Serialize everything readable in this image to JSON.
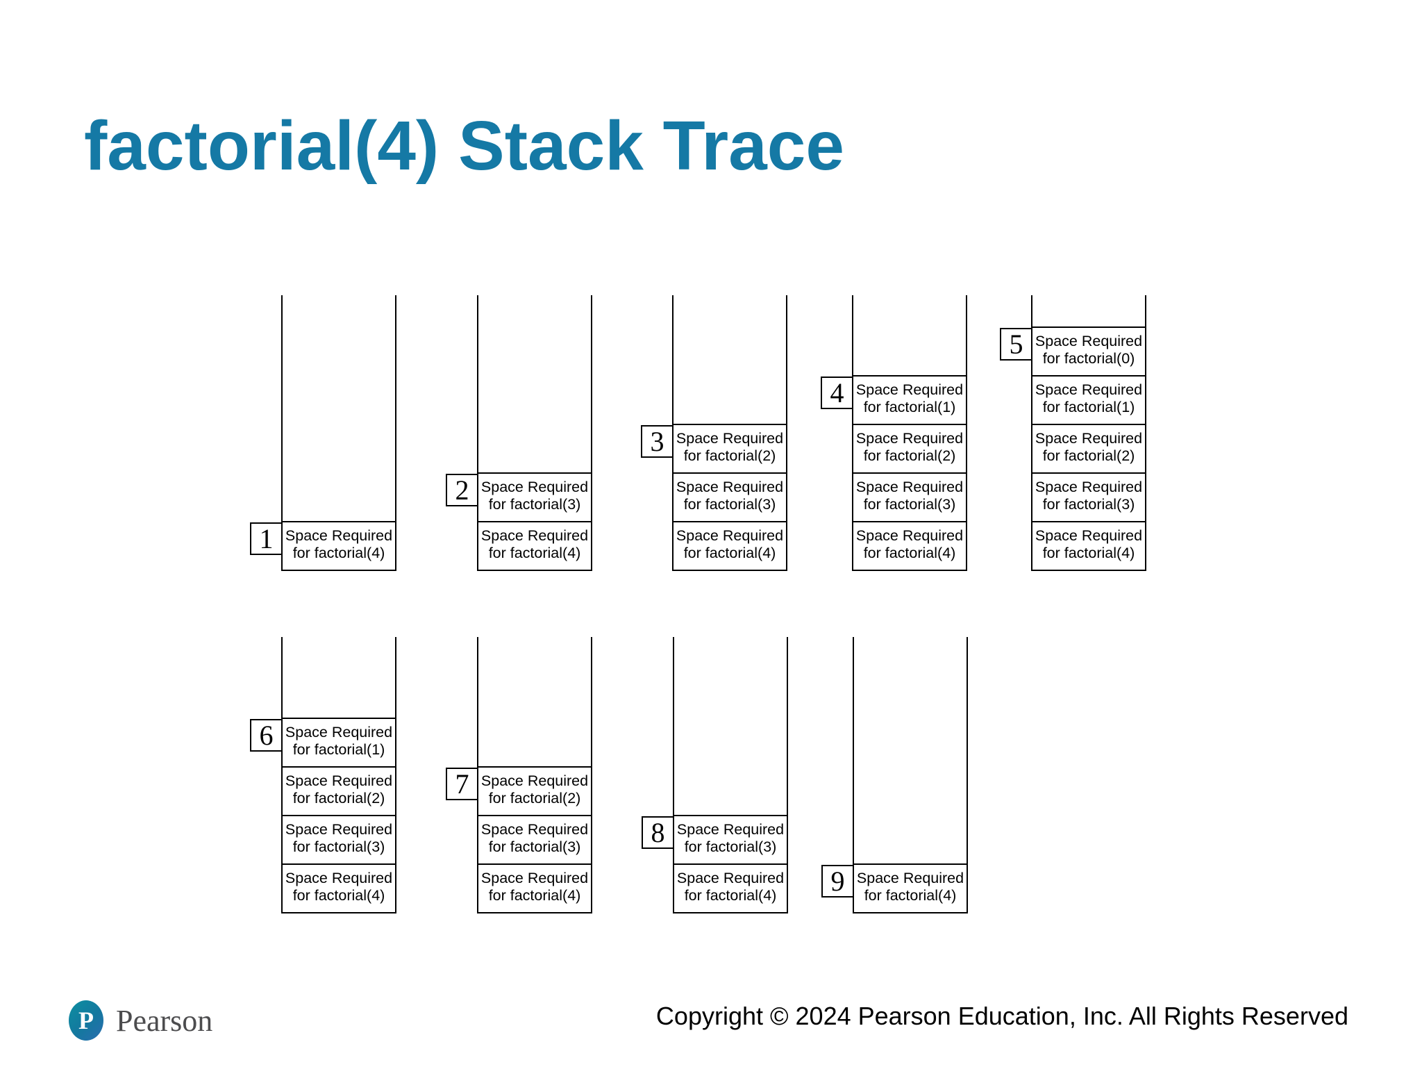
{
  "title": "factorial(4) Stack Trace",
  "colors": {
    "title_teal": "#1579A5",
    "logo_teal": "#14789F",
    "line_black": "#000000",
    "logo_gray": "#4C4C4E"
  },
  "stacks": [
    {
      "number": "1",
      "boxes": [
        [
          "Space Required",
          "for factorial(4)"
        ]
      ]
    },
    {
      "number": "2",
      "boxes": [
        [
          "Space Required",
          "for factorial(3)"
        ],
        [
          "Space Required",
          "for factorial(4)"
        ]
      ]
    },
    {
      "number": "3",
      "boxes": [
        [
          "Space Required",
          "for factorial(2)"
        ],
        [
          "Space Required",
          "for factorial(3)"
        ],
        [
          "Space Required",
          "for factorial(4)"
        ]
      ]
    },
    {
      "number": "4",
      "boxes": [
        [
          "Space Required",
          "for factorial(1)"
        ],
        [
          "Space Required",
          "for factorial(2)"
        ],
        [
          "Space Required",
          "for factorial(3)"
        ],
        [
          "Space Required",
          "for factorial(4)"
        ]
      ]
    },
    {
      "number": "5",
      "boxes": [
        [
          "Space Required",
          "for factorial(0)"
        ],
        [
          "Space Required",
          "for factorial(1)"
        ],
        [
          "Space Required",
          "for factorial(2)"
        ],
        [
          "Space Required",
          "for factorial(3)"
        ],
        [
          "Space Required",
          "for factorial(4)"
        ]
      ]
    },
    {
      "number": "6",
      "boxes": [
        [
          "Space Required",
          "for factorial(1)"
        ],
        [
          "Space Required",
          "for factorial(2)"
        ],
        [
          "Space Required",
          "for factorial(3)"
        ],
        [
          "Space Required",
          "for factorial(4)"
        ]
      ]
    },
    {
      "number": "7",
      "boxes": [
        [
          "Space Required",
          "for factorial(2)"
        ],
        [
          "Space Required",
          "for factorial(3)"
        ],
        [
          "Space Required",
          "for factorial(4)"
        ]
      ]
    },
    {
      "number": "8",
      "boxes": [
        [
          "Space Required",
          "for factorial(3)"
        ],
        [
          "Space Required",
          "for factorial(4)"
        ]
      ]
    },
    {
      "number": "9",
      "boxes": [
        [
          "Space Required",
          "for factorial(4)"
        ]
      ]
    }
  ],
  "footer": {
    "logo_letter": "P",
    "logo_text": "Pearson",
    "copyright": "Copyright © 2024 Pearson Education, Inc. All Rights Reserved"
  }
}
